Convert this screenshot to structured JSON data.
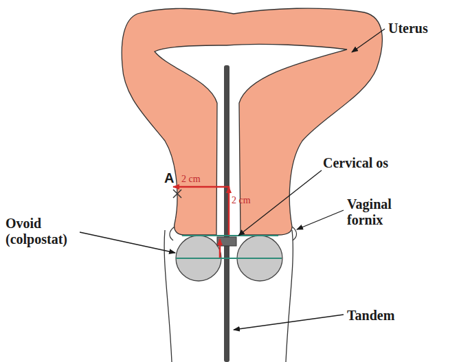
{
  "diagram": {
    "labels": [
      "Uterus",
      "Cervical os",
      "Vaginal fornix",
      "Ovoid (colpostat)",
      "Tandem",
      "A",
      "2 cm",
      "2 cm"
    ]
  }
}
